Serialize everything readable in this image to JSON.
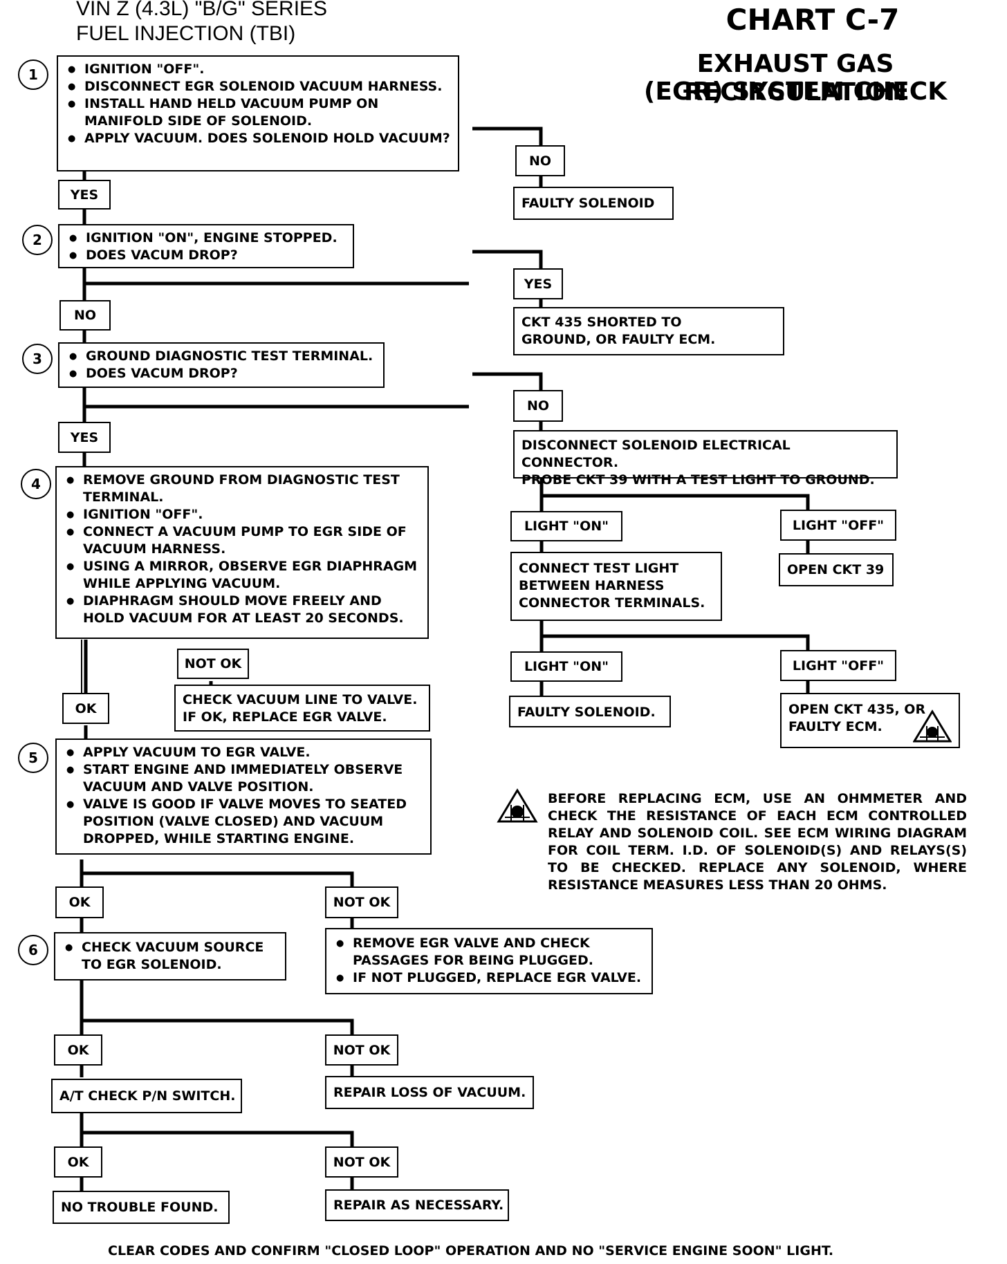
{
  "header": {
    "vehicle_line1": "VIN Z (4.3L) \"B/G\" SERIES",
    "vehicle_line2": "FUEL INJECTION (TBI)",
    "chart_id": "CHART C-7",
    "chart_title_line1": "EXHAUST GAS RECIRCULATION",
    "chart_title_line2": "(EGR) SYSTEM CHECK"
  },
  "steps": {
    "s1": {
      "num": "1",
      "items": [
        "IGNITION \"OFF\".",
        "DISCONNECT EGR SOLENOID VACUUM HARNESS.",
        "INSTALL HAND HELD VACUUM PUMP ON MANIFOLD SIDE OF SOLENOID.",
        "APPLY VACUUM. DOES SOLENOID HOLD VACUUM?"
      ]
    },
    "s2": {
      "num": "2",
      "items": [
        "IGNITION \"ON\", ENGINE STOPPED.",
        "DOES VACUM DROP?"
      ]
    },
    "s3": {
      "num": "3",
      "items": [
        "GROUND DIAGNOSTIC TEST TERMINAL.",
        "DOES VACUM DROP?"
      ]
    },
    "s4": {
      "num": "4",
      "items": [
        "REMOVE GROUND FROM DIAGNOSTIC TEST TERMINAL.",
        "IGNITION \"OFF\".",
        "CONNECT A VACUUM PUMP TO EGR SIDE OF VACUUM HARNESS.",
        "USING A MIRROR, OBSERVE EGR DIAPHRAGM WHILE APPLYING VACUUM.",
        "DIAPHRAGM SHOULD MOVE FREELY AND HOLD VACUUM FOR AT LEAST 20 SECONDS."
      ]
    },
    "s5": {
      "num": "5",
      "items": [
        "APPLY VACUUM TO EGR VALVE.",
        "START ENGINE AND IMMEDIATELY OBSERVE VACUUM AND VALVE POSITION.",
        "VALVE IS GOOD IF VALVE MOVES TO SEATED POSITION (VALVE CLOSED) AND VACUUM DROPPED, WHILE STARTING ENGINE."
      ]
    },
    "s6": {
      "num": "6",
      "items": [
        "CHECK VACUUM SOURCE TO EGR SOLENOID."
      ]
    }
  },
  "labels": {
    "s1_no": "NO",
    "s1_yes": "YES",
    "s2_yes": "YES",
    "s2_no": "NO",
    "s3_no": "NO",
    "s3_yes": "YES",
    "light_on_1": "LIGHT \"ON\"",
    "light_off_1": "LIGHT \"OFF\"",
    "light_on_2": "LIGHT \"ON\"",
    "light_off_2": "LIGHT \"OFF\"",
    "s4_notok": "NOT OK",
    "s4_ok": "OK",
    "s5_ok": "OK",
    "s5_notok": "NOT OK",
    "s6_ok": "OK",
    "s6_notok": "NOT OK",
    "at_ok": "OK",
    "at_notok": "NOT OK"
  },
  "results": {
    "faulty_solenoid_1": "FAULTY SOLENOID",
    "ckt435_line1": "CKT 435 SHORTED TO",
    "ckt435_line2": "GROUND, OR FAULTY ECM.",
    "disconnect_line1": "DISCONNECT SOLENOID ELECTRICAL CONNECTOR.",
    "disconnect_line2": "PROBE CKT 39 WITH A TEST LIGHT TO GROUND.",
    "connect_line1": "CONNECT TEST LIGHT",
    "connect_line2": "BETWEEN HARNESS",
    "connect_line3": "CONNECTOR TERMINALS.",
    "open_ckt39": "OPEN CKT 39",
    "faulty_solenoid_2": "FAULTY SOLENOID.",
    "open435_line1": "OPEN CKT 435, OR",
    "open435_line2": "FAULTY ECM.",
    "check_vac_line1": "CHECK VACUUM LINE TO VALVE.",
    "check_vac_line2": "IF OK, REPLACE EGR VALVE.",
    "remove_egr_items": [
      "REMOVE EGR VALVE AND CHECK PASSAGES FOR BEING PLUGGED.",
      "IF NOT PLUGGED, REPLACE EGR VALVE."
    ],
    "at_check": "A/T CHECK P/N SWITCH.",
    "repair_loss": "REPAIR LOSS OF VACUUM.",
    "no_trouble": "NO TROUBLE FOUND.",
    "repair_nec": "REPAIR AS NECESSARY."
  },
  "note": "BEFORE REPLACING ECM, USE AN OHMMETER AND CHECK THE RESISTANCE OF EACH ECM CONTROLLED RELAY AND SOLENOID COIL. SEE ECM WIRING DIAGRAM FOR COIL TERM. I.D. OF SOLENOID(S) AND RELAYS(S) TO BE CHECKED. REPLACE ANY SOLENOID, WHERE RESISTANCE MEASURES LESS THAN 20 OHMS.",
  "footer": "CLEAR CODES AND CONFIRM \"CLOSED LOOP\" OPERATION AND NO \"SERVICE ENGINE SOON\" LIGHT.",
  "icons": {
    "warning": "ecm-warning-icon"
  }
}
